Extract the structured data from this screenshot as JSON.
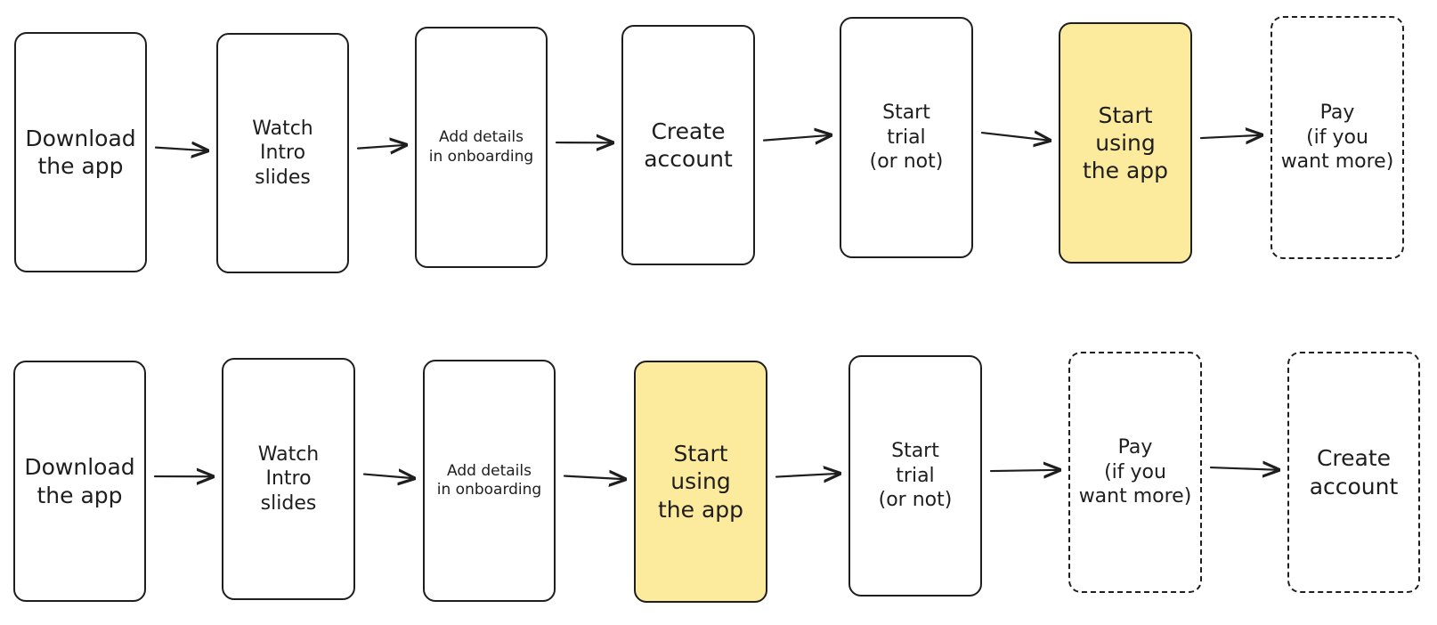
{
  "colors": {
    "stroke": "#1e1e1e",
    "highlight": "#fdeb9d",
    "background": "#ffffff"
  },
  "flows": [
    {
      "steps": [
        {
          "label": "Download\nthe app",
          "style": "solid"
        },
        {
          "label": "Watch\nIntro\nslides",
          "style": "solid"
        },
        {
          "label": "Add details\nin onboarding",
          "style": "solid"
        },
        {
          "label": "Create\naccount",
          "style": "solid"
        },
        {
          "label": "Start\ntrial\n(or not)",
          "style": "solid"
        },
        {
          "label": "Start\nusing\nthe app",
          "style": "highlight"
        },
        {
          "label": "Pay\n(if you\nwant more)",
          "style": "dashed"
        }
      ]
    },
    {
      "steps": [
        {
          "label": "Download\nthe app",
          "style": "solid"
        },
        {
          "label": "Watch\nIntro\nslides",
          "style": "solid"
        },
        {
          "label": "Add details\nin onboarding",
          "style": "solid"
        },
        {
          "label": "Start\nusing\nthe app",
          "style": "highlight"
        },
        {
          "label": "Start\ntrial\n(or not)",
          "style": "solid"
        },
        {
          "label": "Pay\n(if you\nwant more)",
          "style": "dashed"
        },
        {
          "label": "Create\naccount",
          "style": "dashed"
        }
      ]
    }
  ]
}
